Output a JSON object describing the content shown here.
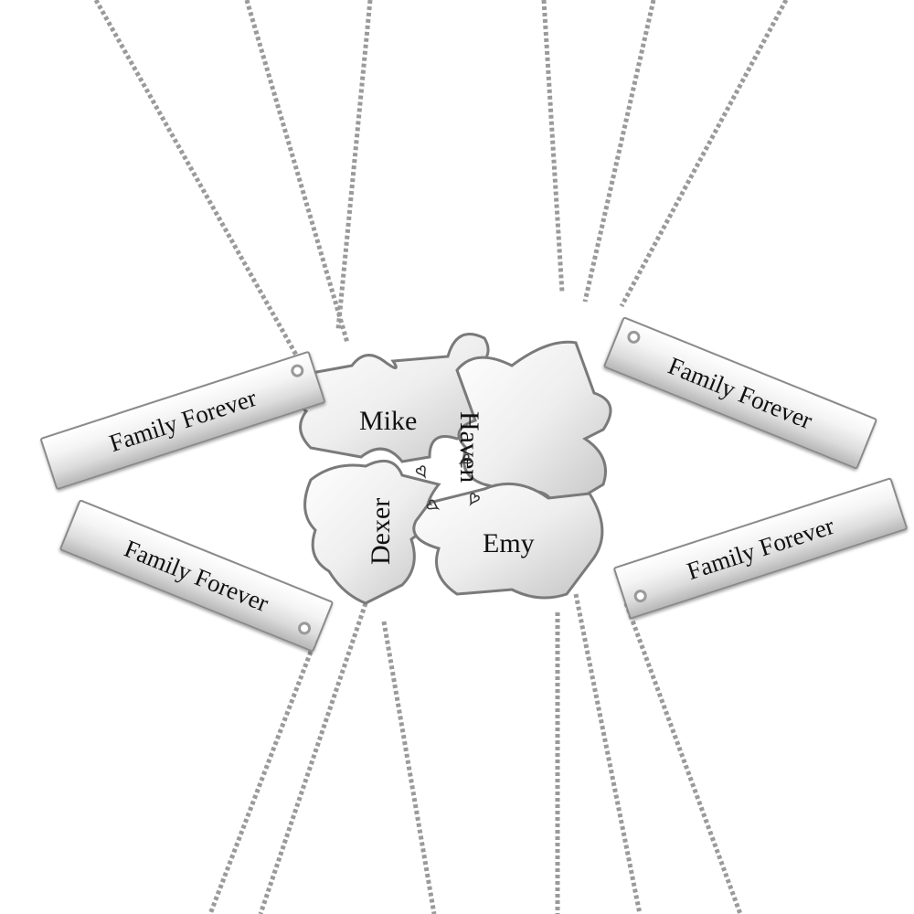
{
  "image": {
    "description": "Product photo: five-piece family necklace set — four interlocking silver puzzle-piece pendants engraved with names and hearts, plus four silver bar pendants engraved 'Family Forever', on box chains, white background",
    "background_color": "#ffffff",
    "metal_color": "#d9d9d9"
  },
  "puzzle_pieces": [
    {
      "name": "Mike",
      "orientation": "horizontal"
    },
    {
      "name": "Haven",
      "orientation": "vertical"
    },
    {
      "name": "Dexer",
      "orientation": "vertical"
    },
    {
      "name": "Emy",
      "orientation": "horizontal"
    }
  ],
  "bar_pendants": [
    {
      "text": "Family Forever",
      "position": "top-left"
    },
    {
      "text": "Family Forever",
      "position": "top-right"
    },
    {
      "text": "Family Forever",
      "position": "bottom-left"
    },
    {
      "text": "Family Forever",
      "position": "bottom-right"
    }
  ],
  "hearts": {
    "count": 4,
    "symbol": "♥"
  }
}
